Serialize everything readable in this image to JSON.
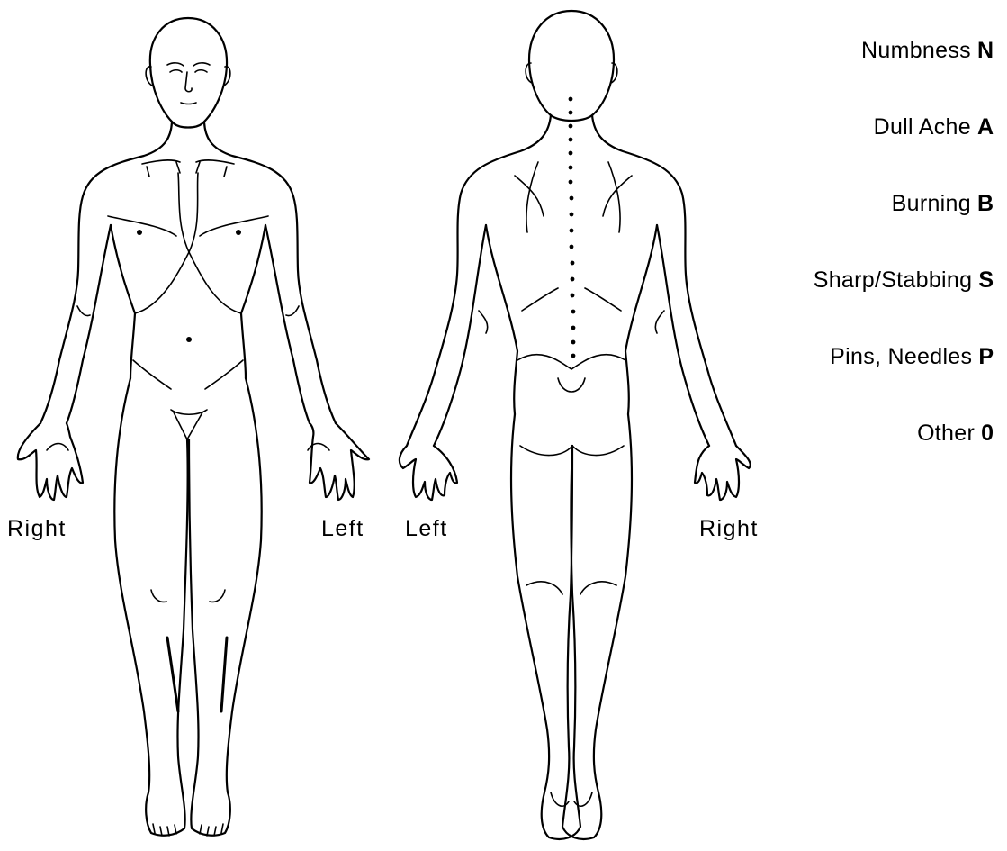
{
  "labels": {
    "front_right": "Right",
    "front_left": "Left",
    "back_left": "Left",
    "back_right": "Right"
  },
  "legend": [
    {
      "label": "Numbness",
      "code": "N"
    },
    {
      "label": "Dull Ache",
      "code": "A"
    },
    {
      "label": "Burning",
      "code": "B"
    },
    {
      "label": "Sharp/Stabbing",
      "code": "S"
    },
    {
      "label": "Pins, Needles",
      "code": "P"
    },
    {
      "label": "Other",
      "code": "0"
    }
  ]
}
